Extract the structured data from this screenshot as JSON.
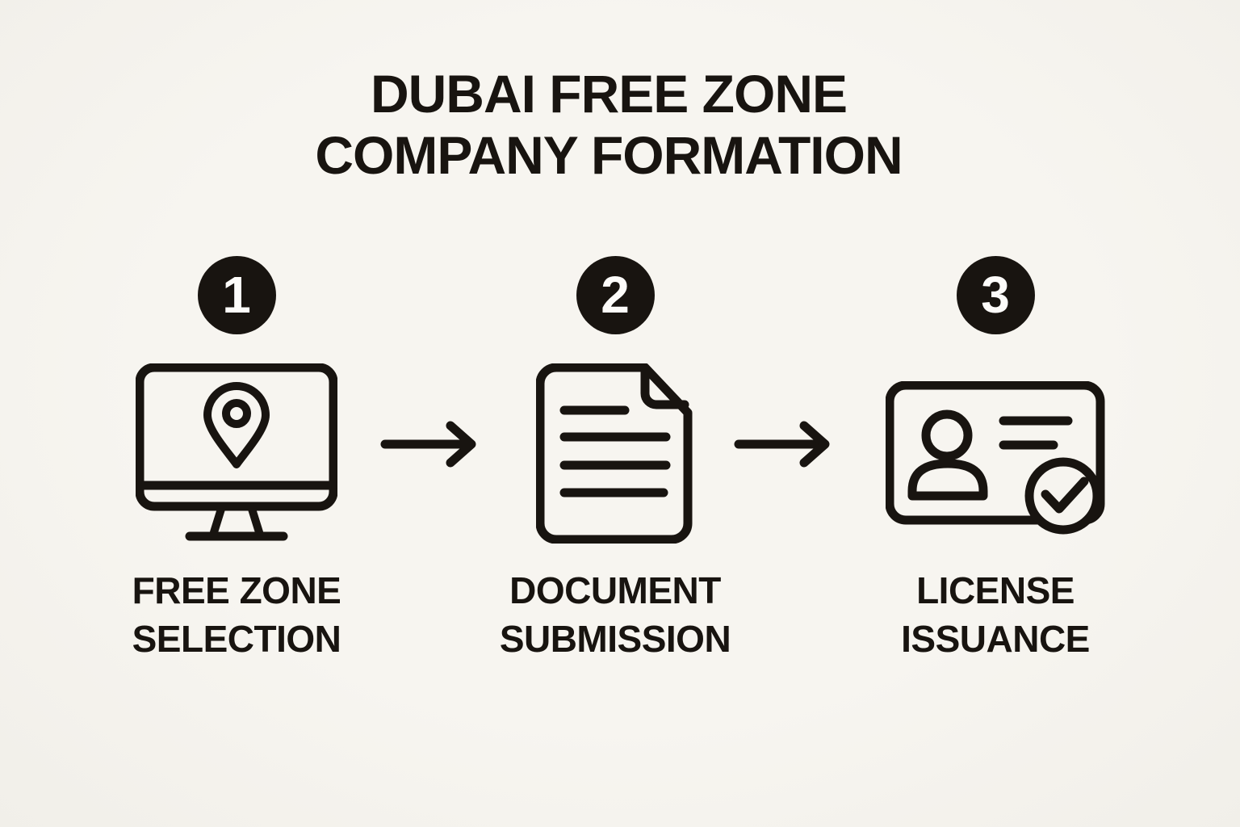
{
  "canvas": {
    "background_color": "#f6f4ef",
    "ink_color": "#181410"
  },
  "title": {
    "line1": "DUBAI FREE ZONE",
    "line2": "COMPANY FORMATION"
  },
  "steps": [
    {
      "number": "1",
      "icon": "monitor-with-location-pin-icon",
      "label": {
        "line1": "FREE ZONE",
        "line2": "SELECTION"
      }
    },
    {
      "number": "2",
      "icon": "document-with-text-lines-icon",
      "label": {
        "line1": "DOCUMENT",
        "line2": "SUBMISSION"
      }
    },
    {
      "number": "3",
      "icon": "id-card-with-checkmark-icon",
      "label": {
        "line1": "LICENSE",
        "line2": "ISSUANCE"
      }
    }
  ],
  "connectors": [
    {
      "icon": "right-arrow-icon"
    },
    {
      "icon": "right-arrow-icon"
    }
  ]
}
